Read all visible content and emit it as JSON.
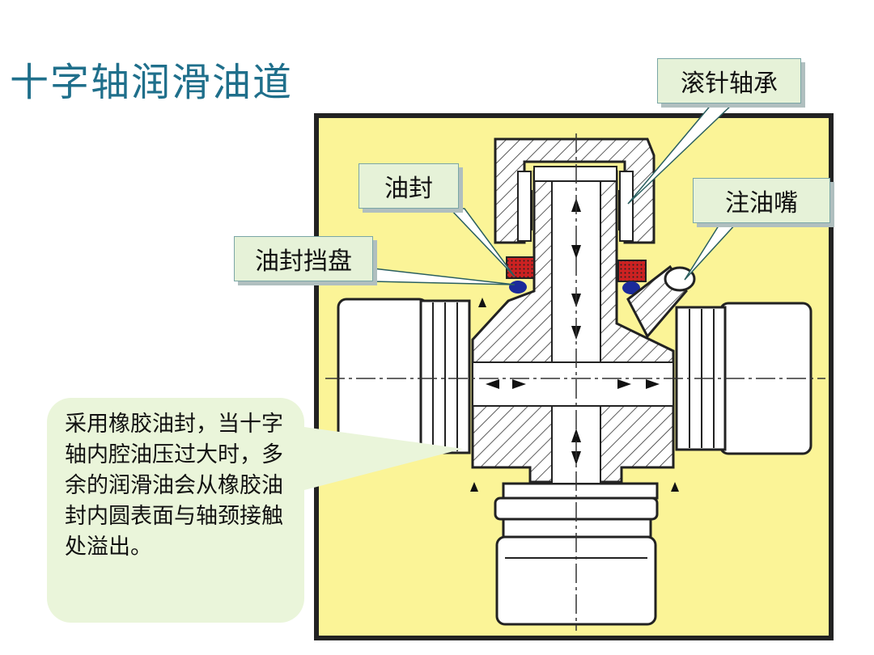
{
  "slide": {
    "title": "十字轴润滑油道"
  },
  "callouts": {
    "oil_seal": "油封",
    "oil_seal_retainer": "油封挡盘",
    "needle_bearing": "滚针轴承",
    "grease_nipple": "注油嘴"
  },
  "explanation": {
    "text": "采用橡胶油封，当十字轴内腔油压过大时，多余的润滑油会从橡胶油封内圆表面与轴颈接触处溢出。"
  },
  "colors": {
    "title": "#1f6f8b",
    "panel_background": "#fbf497",
    "callout_background": "#e6f2d8",
    "bubble_background": "#eaf5da",
    "seal": "#cc2222",
    "retainer": "#1a2a9a"
  }
}
